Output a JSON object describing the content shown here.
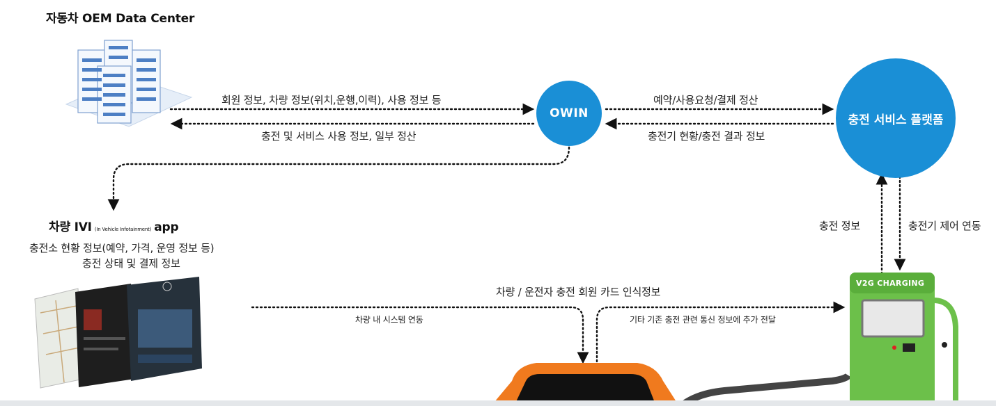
{
  "oem": {
    "title": "자동차 OEM Data Center",
    "icon": "server-stack-icon"
  },
  "owin": {
    "logo_text": "OWIN"
  },
  "platform": {
    "label": "충전 서비스 플랫폼"
  },
  "ivi": {
    "title_main": "차량 IVI",
    "title_sub": "(In Vehicle Infotainment)",
    "title_app": "app",
    "line1": "충전소 현황 정보(예약, 가격, 운영 정보 등)",
    "line2": "충전 상태 및 결제 정보",
    "icon": "tablet-screens-icon"
  },
  "flows": {
    "oem_to_owin": "회원 정보, 차량 정보(위치,운행,이력), 사용 정보 등",
    "owin_to_oem": "충전 및 서비스 사용 정보, 일부 정산",
    "owin_to_platform": "예약/사용요청/결제 정산",
    "platform_to_owin": "충전기 현황/충전 결과 정보",
    "charger_to_platform": "충전 정보",
    "platform_to_charger": "충전기 제어 연동",
    "card_info": "차량 / 운전자 충전 회원 카드 인식정보",
    "vehicle_system": "차량 내 시스템 연동",
    "extra_info": "기타 기존 충전 관련 통신 정보에 추가 전달"
  },
  "charger": {
    "label": "V2G CHARGING",
    "icon": "charging-station-icon"
  },
  "car": {
    "icon": "car-icon"
  },
  "colors": {
    "circle_blue": "#1a8fd6",
    "charger_green": "#6cc04a",
    "car_orange": "#f07a1e",
    "arrow": "#111111"
  }
}
